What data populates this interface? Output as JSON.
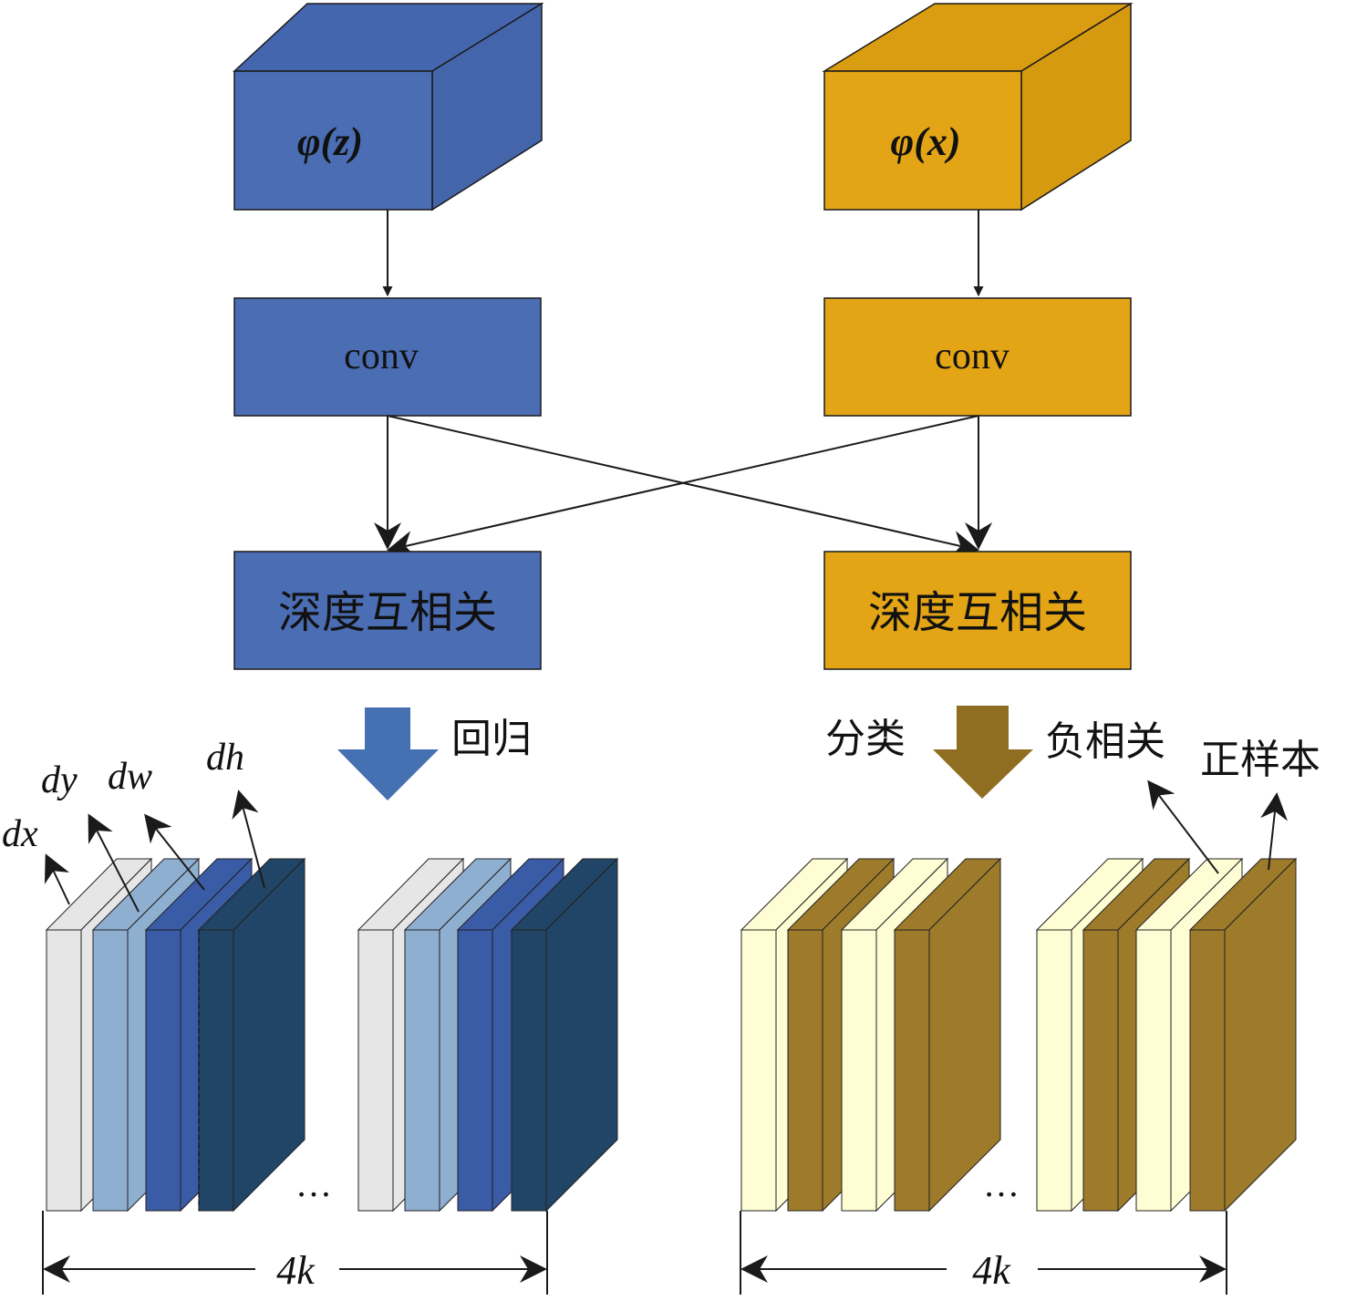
{
  "colors": {
    "blue": "#4B6DB4",
    "blue_top": "#4466AE",
    "blue_side": "#4565AB",
    "orange": "#E3A416",
    "orange_top": "#DA9C10",
    "orange_side": "#D69A10",
    "blue_arrow": "#4570B2",
    "brown_arrow": "#8F6E22",
    "slice_light_gray": "#E6E6E6",
    "slice_light_blue": "#8FAFD1",
    "slice_mid_blue": "#3A5BA5",
    "slice_dark_blue": "#214566",
    "slice_cream": "#FEFDD4",
    "slice_brown": "#9E7B2B"
  },
  "left_branch": {
    "feature_label": "φ(z)",
    "conv_label": "conv",
    "xcorr_label": "深度互相关",
    "task_label": "回归",
    "slice_labels": [
      "dx",
      "dy",
      "dw",
      "dh"
    ],
    "ellipsis": "…",
    "width_label": "4k"
  },
  "right_branch": {
    "feature_label": "φ(x)",
    "conv_label": "conv",
    "xcorr_label": "深度互相关",
    "task_label": "分类",
    "negative_label": "负相关",
    "positive_label": "正样本",
    "ellipsis": "…",
    "width_label": "4k"
  }
}
